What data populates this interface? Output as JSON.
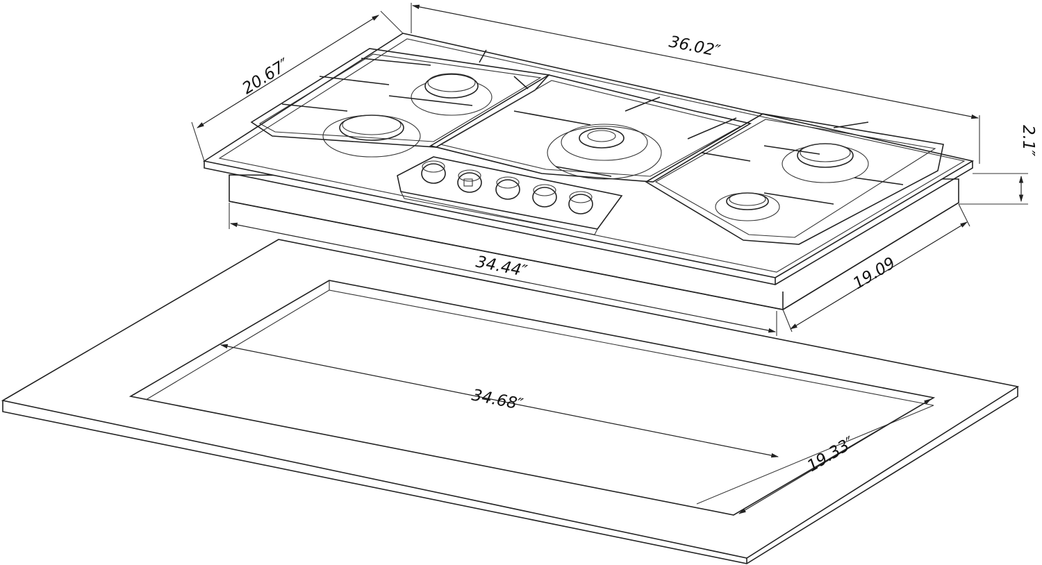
{
  "dimensions": {
    "cooktop_depth": "20.67″",
    "cooktop_width": "36.02″",
    "cooktop_height": "2.1″",
    "body_width": "34.44″",
    "body_depth": "19.09",
    "cutout_width": "34.68″",
    "cutout_depth": "19.33″"
  }
}
